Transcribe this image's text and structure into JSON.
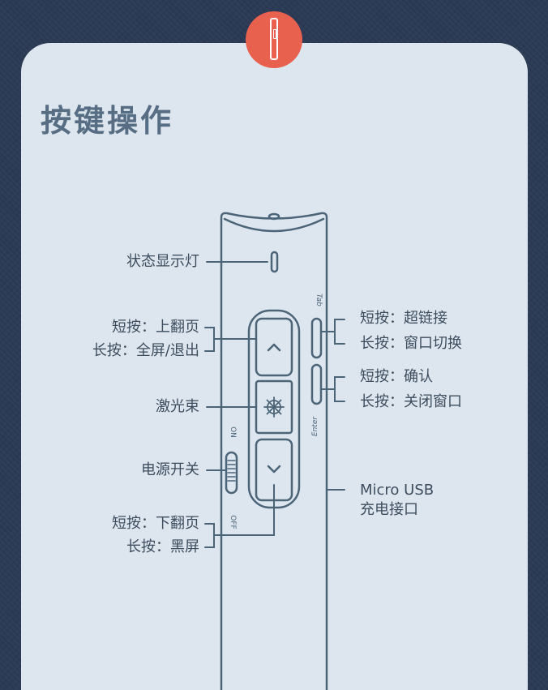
{
  "title": "按键操作",
  "labels": {
    "status_light": "状态显示灯",
    "up_short": "短按：上翻页",
    "up_long": "长按：全屏/退出",
    "laser": "激光束",
    "power": "电源开关",
    "down_short": "短按：下翻页",
    "down_long": "长按：黑屏",
    "tab_short": "短按：超链接",
    "tab_long": "长按：窗口切换",
    "enter_short": "短按：确认",
    "enter_long": "长按：关闭窗口",
    "usb_line1": "Micro USB",
    "usb_line2": "充电接口"
  },
  "device_text": {
    "tab": "Tab",
    "enter": "Enter",
    "on": "ON",
    "off": "OFF"
  },
  "icons": {
    "up": "chevron-up-icon",
    "down": "chevron-down-icon",
    "laser": "laser-star-icon",
    "badge": "presenter-pen-icon"
  },
  "colors": {
    "background": "#2b3a55",
    "card": "#dde6ee",
    "line": "#4b6478",
    "badge": "#e8614e",
    "title": "#566d84"
  }
}
